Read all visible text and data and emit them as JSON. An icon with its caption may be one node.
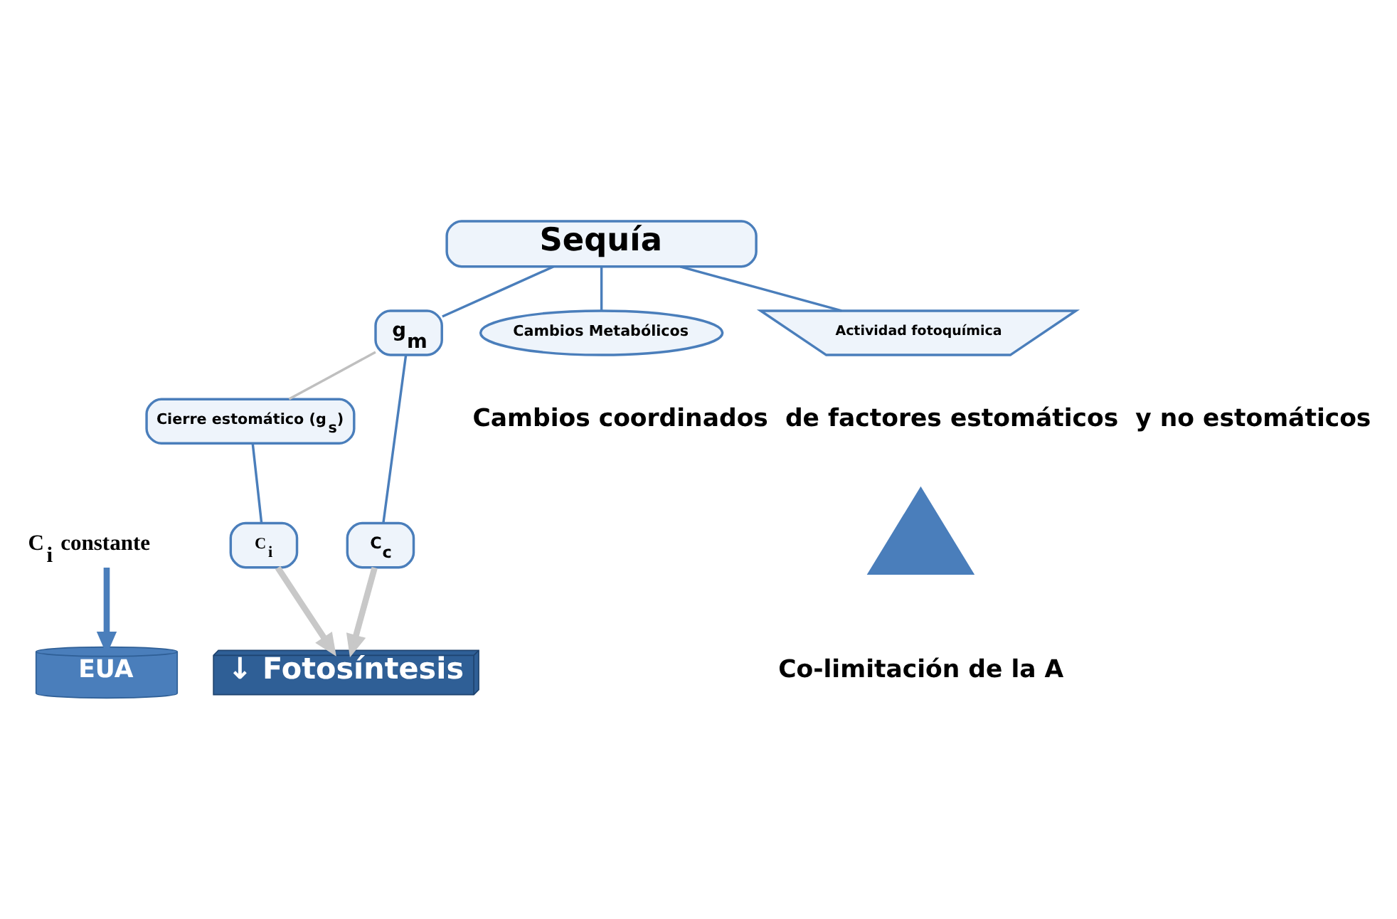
{
  "diagram": {
    "nodes": [
      {
        "text": [
          "Sequía"
        ]
      },
      {
        "text": [
          "g$_{m}$"
        ]
      },
      {
        "text": [
          "Cambios Metabólicos"
        ]
      },
      {
        "text": [
          "Actividad fotoquímica"
        ]
      },
      {
        "text": [
          "Cierre estomático (g$_{s}$)"
        ]
      },
      {
        "text": [
          "C$_{i}$"
        ]
      },
      {
        "text": [
          "C$_{c}$"
        ]
      },
      {
        "text": [
          "C$_{i}$ constante"
        ]
      },
      {
        "text": [
          "EUA"
        ]
      },
      {
        "text": [
          "↓ Fotosíntesis"
        ]
      },
      {
        "text": [],
        "shape": "triangle"
      }
    ],
    "edges": [
      {
        "from": 0,
        "to": 1,
        "arrow": "none"
      },
      {
        "from": 0,
        "to": 2,
        "arrow": "none"
      },
      {
        "from": 0,
        "to": 3,
        "arrow": "none"
      },
      {
        "from": 1,
        "to": 4,
        "arrow": "none",
        "color": "#bfbfbf"
      },
      {
        "from": 4,
        "to": 5,
        "arrow": "none"
      },
      {
        "from": 1,
        "to": 6,
        "arrow": "none"
      },
      {
        "from": 5,
        "to": 9,
        "arrow": "to",
        "color": "#c8c8c8",
        "style": "thick"
      },
      {
        "from": 6,
        "to": 9,
        "arrow": "to",
        "color": "#c8c8c8",
        "style": "thick"
      },
      {
        "from": 7,
        "to": 8,
        "arrow": "to",
        "style": "thick"
      }
    ],
    "labels": [
      "Cambios coordinados  de factores estomáticos  y no estomáticos",
      "Co-limitación de la A"
    ]
  }
}
